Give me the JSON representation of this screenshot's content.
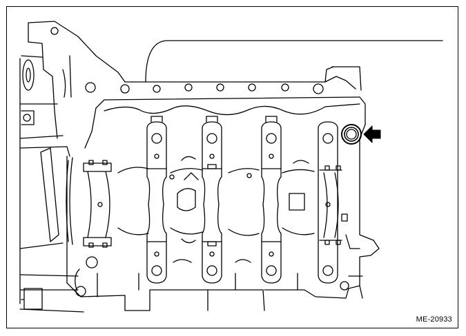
{
  "figure": {
    "id_label": "ME-20933"
  },
  "drawing": {
    "subject": "engine-cylinder-block-with-main-bearing-caps",
    "callout": "arrow-pointing-to-plug",
    "line_color": "#000000",
    "background_color": "#ffffff"
  }
}
